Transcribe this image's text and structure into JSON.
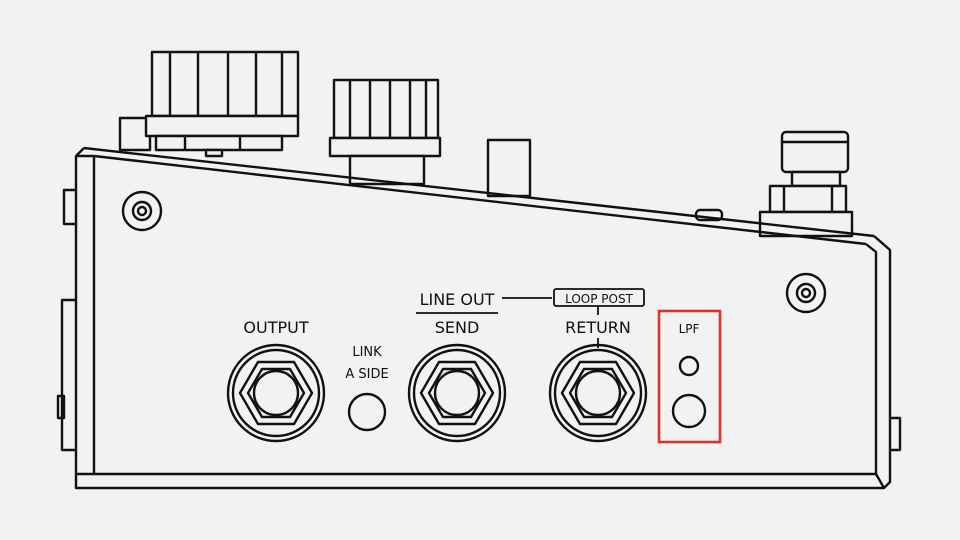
{
  "labels": {
    "output": "OUTPUT",
    "link_line1": "LINK",
    "link_line2": "A SIDE",
    "line_out": "LINE OUT",
    "send": "SEND",
    "loop_post": "LOOP POST",
    "return": "RETURN",
    "lpf": "LPF"
  },
  "colors": {
    "background": "#f2f2f2",
    "line": "#111111",
    "highlight": "#d9342b"
  },
  "highlight": {
    "target": "lpf"
  }
}
